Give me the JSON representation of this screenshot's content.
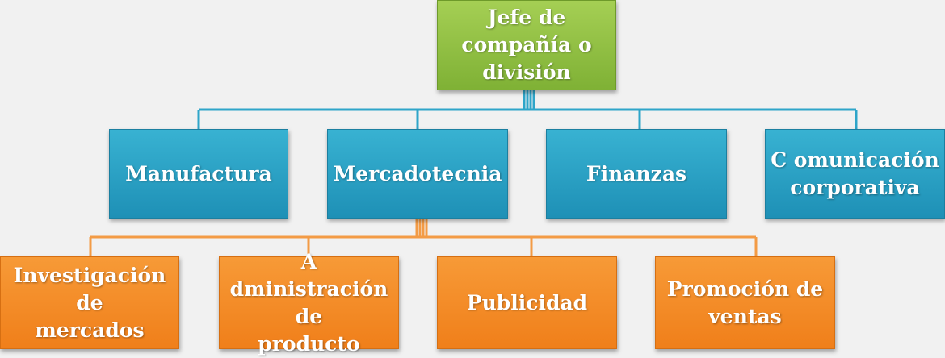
{
  "colors": {
    "top": "#8fbf44",
    "middle": "#2aa1c6",
    "bottom": "#f58926",
    "connector_blue": "#2ea5c9",
    "connector_orange": "#f39b45"
  },
  "top": {
    "label": "Jefe de\ncompañía o\ndivisión"
  },
  "middle": [
    {
      "label": "Manufactura"
    },
    {
      "label": "Mercadotecnia"
    },
    {
      "label": "Finanzas"
    },
    {
      "label": "C omunicación\ncorporativa"
    }
  ],
  "bottom": [
    {
      "label": "Investigación\nde\nmercados"
    },
    {
      "label": "A dministración\nde\nproducto"
    },
    {
      "label": "Publicidad"
    },
    {
      "label": "Promoción de\nventas"
    }
  ]
}
